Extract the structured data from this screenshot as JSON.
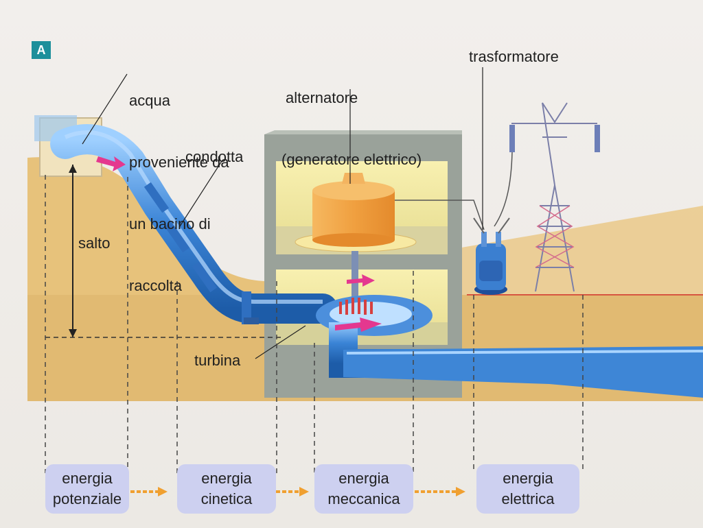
{
  "badge": "A",
  "labels": {
    "water_source": [
      "acqua",
      "proveniente da",
      "un bacino di",
      "raccolta"
    ],
    "penstock": "condotta",
    "head": "salto",
    "turbine": "turbina",
    "alternator": [
      "alternatore",
      "(generatore elettrico)"
    ],
    "transformer": "trasformatore"
  },
  "energy_chain": [
    {
      "line1": "energia",
      "line2": "potenziale"
    },
    {
      "line1": "energia",
      "line2": "cinetica"
    },
    {
      "line1": "energia",
      "line2": "meccanica"
    },
    {
      "line1": "energia",
      "line2": "elettrica"
    }
  ],
  "colors": {
    "ground": "#e7c27b",
    "water_pipe": "#3d86d8",
    "plant_frame": "#8f9790",
    "alternator": "#f0a640",
    "energy_box": "#cdd0f0",
    "arrow": "#f0a030",
    "flow_arrow": "#e4388f"
  }
}
